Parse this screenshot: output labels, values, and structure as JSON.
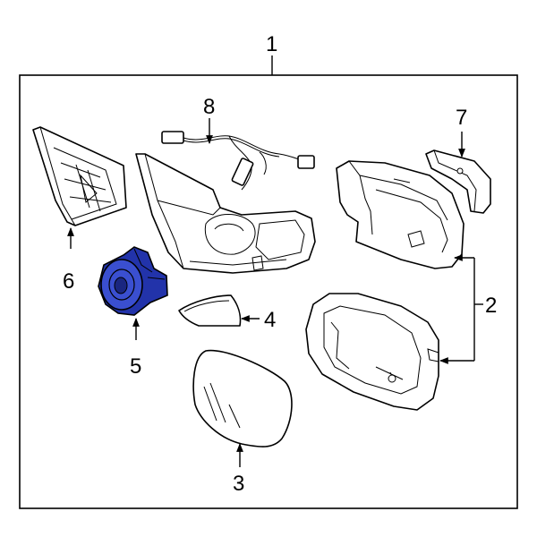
{
  "callouts": {
    "c1": "1",
    "c2": "2",
    "c3": "3",
    "c4": "4",
    "c5": "5",
    "c6": "6",
    "c7": "7",
    "c8": "8"
  },
  "colors": {
    "highlight": "#2233aa",
    "highlight_light": "#3a4fd0",
    "line": "#000000"
  }
}
